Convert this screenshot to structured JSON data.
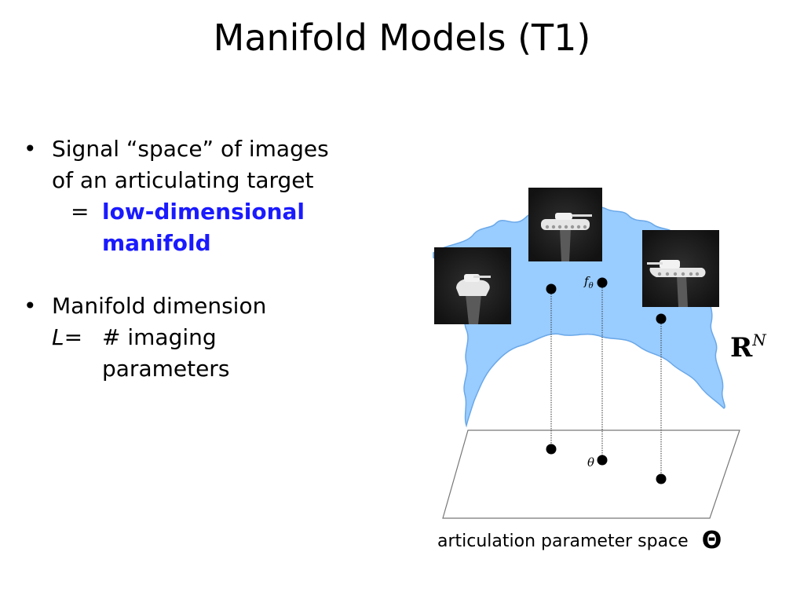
{
  "slide": {
    "title": "Manifold Models (T1)"
  },
  "bullets": [
    {
      "line1": "Signal “space” of images",
      "line2": "of an articulating target",
      "eq": "=",
      "highlight1": "low-dimensional",
      "highlight2": "manifold"
    },
    {
      "line1": "Manifold dimension",
      "var": "L",
      "eq": "=",
      "line2": "# imaging",
      "line3": "parameters"
    }
  ],
  "bullet_symbol": "•",
  "diagram": {
    "space_label": "R",
    "space_exponent": "N",
    "point_label": "f",
    "point_label_sub": "θ",
    "param_label": "θ",
    "caption": "articulation parameter space",
    "caption_symbol": "Θ",
    "colors": {
      "manifold_fill": "#99ccff",
      "manifold_stroke": "#6aa8e8",
      "plane_stroke": "#777777",
      "point": "#000000"
    }
  }
}
